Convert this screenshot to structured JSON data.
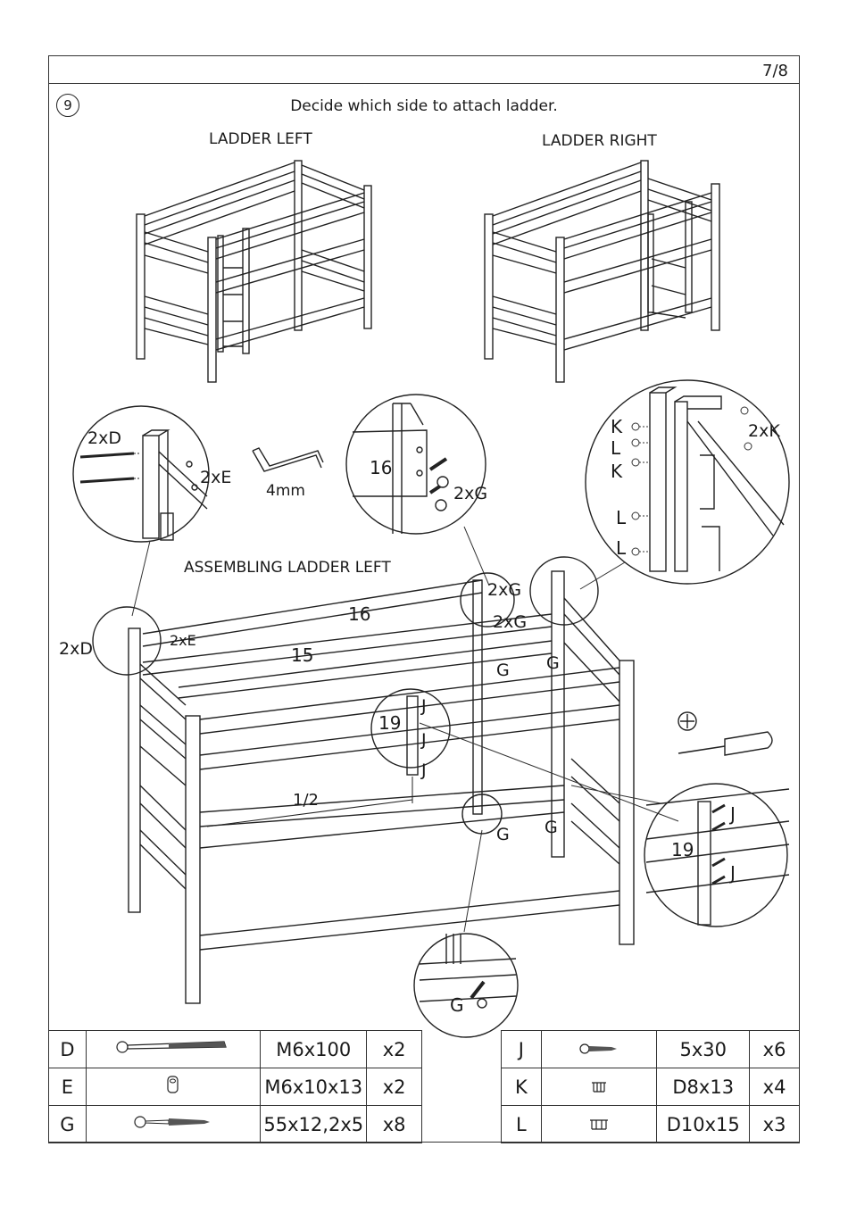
{
  "page": {
    "number": "7/8",
    "step": "9",
    "instruction": "Decide which side to attach ladder."
  },
  "views": {
    "ladder_left": "LADDER LEFT",
    "ladder_right": "LADDER RIGHT",
    "assembling": "ASSEMBLING LADDER LEFT"
  },
  "tool": {
    "hex_key": "4mm"
  },
  "callouts": {
    "d2": "2xD",
    "e2": "2xE",
    "g2": "2xG",
    "k2": "2xK",
    "g": "G",
    "j": "J",
    "k": "K",
    "l": "L",
    "p15": "15",
    "p16": "16",
    "p19": "19",
    "half": "1/2"
  },
  "parts_left": [
    {
      "letter": "D",
      "icon": "bolt-long",
      "size": "M6x100",
      "qty": "x2"
    },
    {
      "letter": "E",
      "icon": "barrel-nut",
      "size": "M6x10x13",
      "qty": "x2"
    },
    {
      "letter": "G",
      "icon": "wood-screw",
      "size": "55x12,2x5",
      "qty": "x8"
    }
  ],
  "parts_right": [
    {
      "letter": "J",
      "icon": "short-screw",
      "size": "5x30",
      "qty": "x6"
    },
    {
      "letter": "K",
      "icon": "dowel-cap",
      "size": "D8x13",
      "qty": "x4"
    },
    {
      "letter": "L",
      "icon": "dowel-cap-large",
      "size": "D10x15",
      "qty": "x3"
    }
  ]
}
